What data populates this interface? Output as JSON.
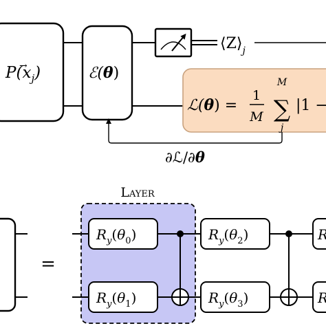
{
  "top": {
    "encoding_gate": {
      "label": "P(",
      "vec": "x",
      "sub": "j",
      "close": ")"
    },
    "variational_gate": {
      "label": "ℰ(",
      "param": "θ",
      "close": ")"
    },
    "expectation": {
      "label": "⟨Z⟩",
      "sub": "j"
    },
    "loss": {
      "lhs": "ℒ(",
      "lhs_param": "θ",
      "lhs_close": ") =",
      "frac_num": "1",
      "frac_den": "M",
      "sum": "∑",
      "sum_upper": "M",
      "sum_lower": "j",
      "rest": "|1 −"
    },
    "gradient": {
      "label": "∂ℒ/∂",
      "param": "θ"
    },
    "colors": {
      "loss_fill": "#fbdcc0",
      "loss_stroke": "#c9a27e"
    }
  },
  "bottom": {
    "layer_title": "Layer",
    "equals": "=",
    "gates": [
      {
        "name": "R",
        "sub": "y",
        "arg": "θ",
        "arg_sub": "0"
      },
      {
        "name": "R",
        "sub": "y",
        "arg": "θ",
        "arg_sub": "1"
      },
      {
        "name": "R",
        "sub": "y",
        "arg": "θ",
        "arg_sub": "2"
      },
      {
        "name": "R",
        "sub": "y",
        "arg": "θ",
        "arg_sub": "3"
      }
    ],
    "partial_gate_letter": "R",
    "colors": {
      "layer_fill": "#c7c7f5",
      "layer_stroke": "#000000"
    }
  }
}
